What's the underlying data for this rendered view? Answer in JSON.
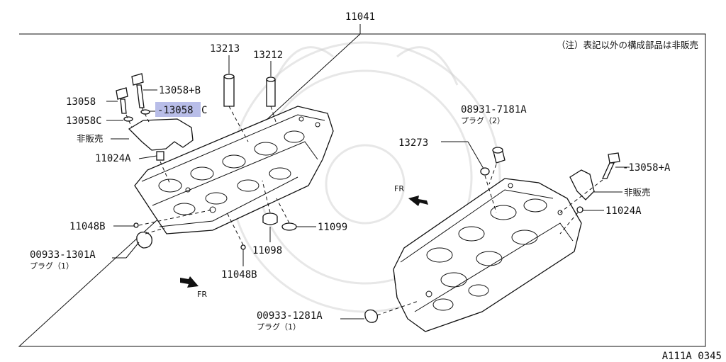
{
  "frame_label": "11041",
  "note": "（注）表記以外の構成部品は非販売",
  "catalog_code": "A111A 0345",
  "highlighted_part": "13058C",
  "callouts": {
    "p13213": "13213",
    "p13212": "13212",
    "p13058b": "13058+B",
    "p13058": "13058",
    "p13058c_left": "13058C",
    "p13058c_right": "-13058",
    "p13058c_right_suffix": "C",
    "hihanbai_left": "非販売",
    "p11024a_left": "11024A",
    "p11048b_left": "11048B",
    "p00933_1301a": "00933-1301A",
    "plug1_left": "プラグ（1）",
    "p11098": "11098",
    "p11099": "11099",
    "p11048b_bottom": "11048B",
    "fr_left": "FR",
    "fr_right": "FR",
    "p08931": "08931-7181A",
    "plug2": "プラグ（2）",
    "p13273": "13273",
    "p13058a": "-13058+A",
    "hihanbai_right": "非販売",
    "p11024a_right": "11024A",
    "p00933_1281a": "00933-1281A",
    "plug1_bottom": "プラグ（1）"
  }
}
